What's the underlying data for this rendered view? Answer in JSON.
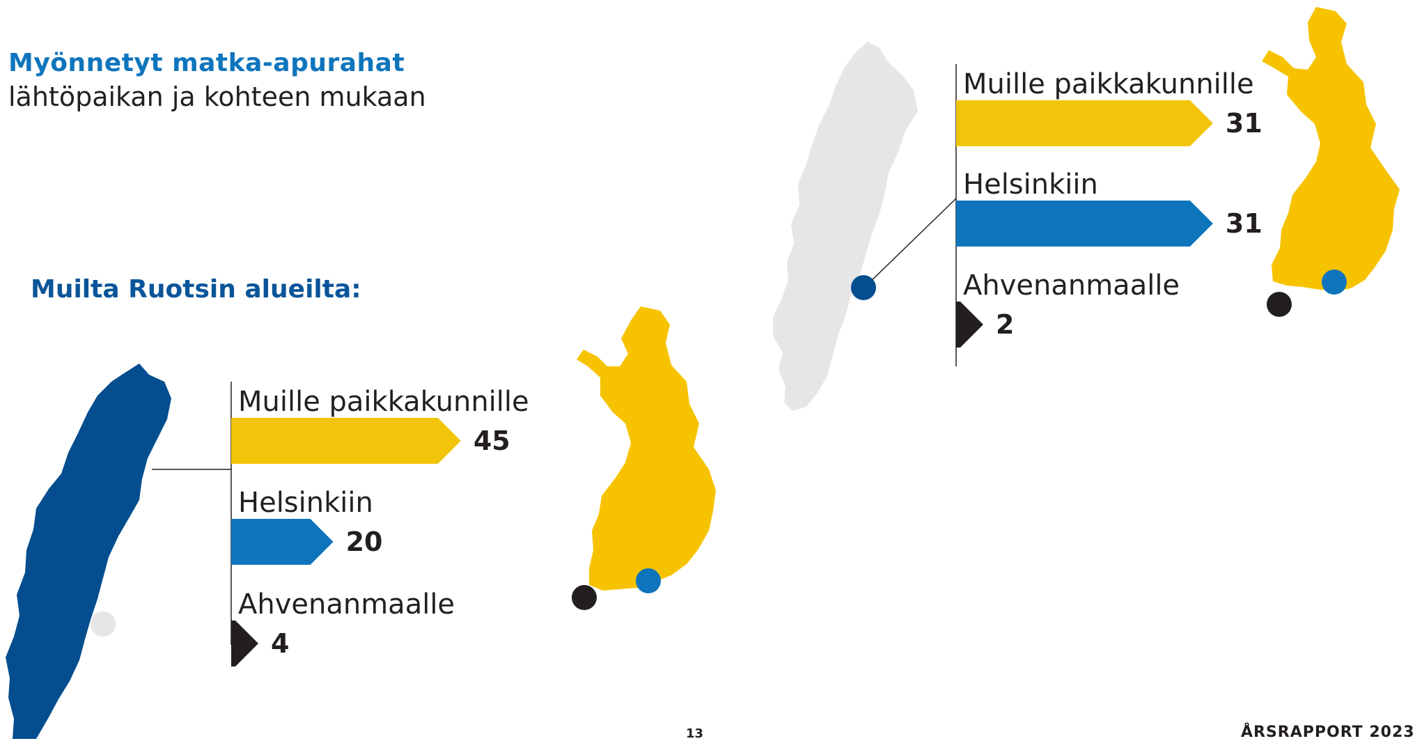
{
  "header": {
    "title": "Myönnetyt matka-apurahat",
    "subtitle": "lähtöpaikan ja kohteen mukaan"
  },
  "section_left": {
    "heading": "Muilta Ruotsin alueilta:"
  },
  "colors": {
    "yellow": "#f2c50a",
    "blue": "#0e75bc",
    "black": "#231f20",
    "sweden_blue": "#044e8f",
    "sweden_grey": "#e6e6e6",
    "finland_yellow": "#f7c300"
  },
  "chart_data": [
    {
      "type": "bar",
      "orientation": "horizontal",
      "categories": [
        "Muille paikkakunnille",
        "Helsinkiin",
        "Ahvenanmaalle"
      ],
      "values": [
        45,
        20,
        4
      ],
      "series_colors": [
        "#f2c50a",
        "#0e75bc",
        "#231f20"
      ],
      "title": "Muilta Ruotsin alueilta:"
    },
    {
      "type": "bar",
      "orientation": "horizontal",
      "categories": [
        "Muille paikkakunnille",
        "Helsinkiin",
        "Ahvenanmaalle"
      ],
      "values": [
        31,
        31,
        2
      ],
      "series_colors": [
        "#f2c50a",
        "#0e75bc",
        "#231f20"
      ],
      "title": ""
    }
  ],
  "footer": {
    "page_number": "13",
    "report_name": "ÅRSRAPPORT 2023"
  }
}
